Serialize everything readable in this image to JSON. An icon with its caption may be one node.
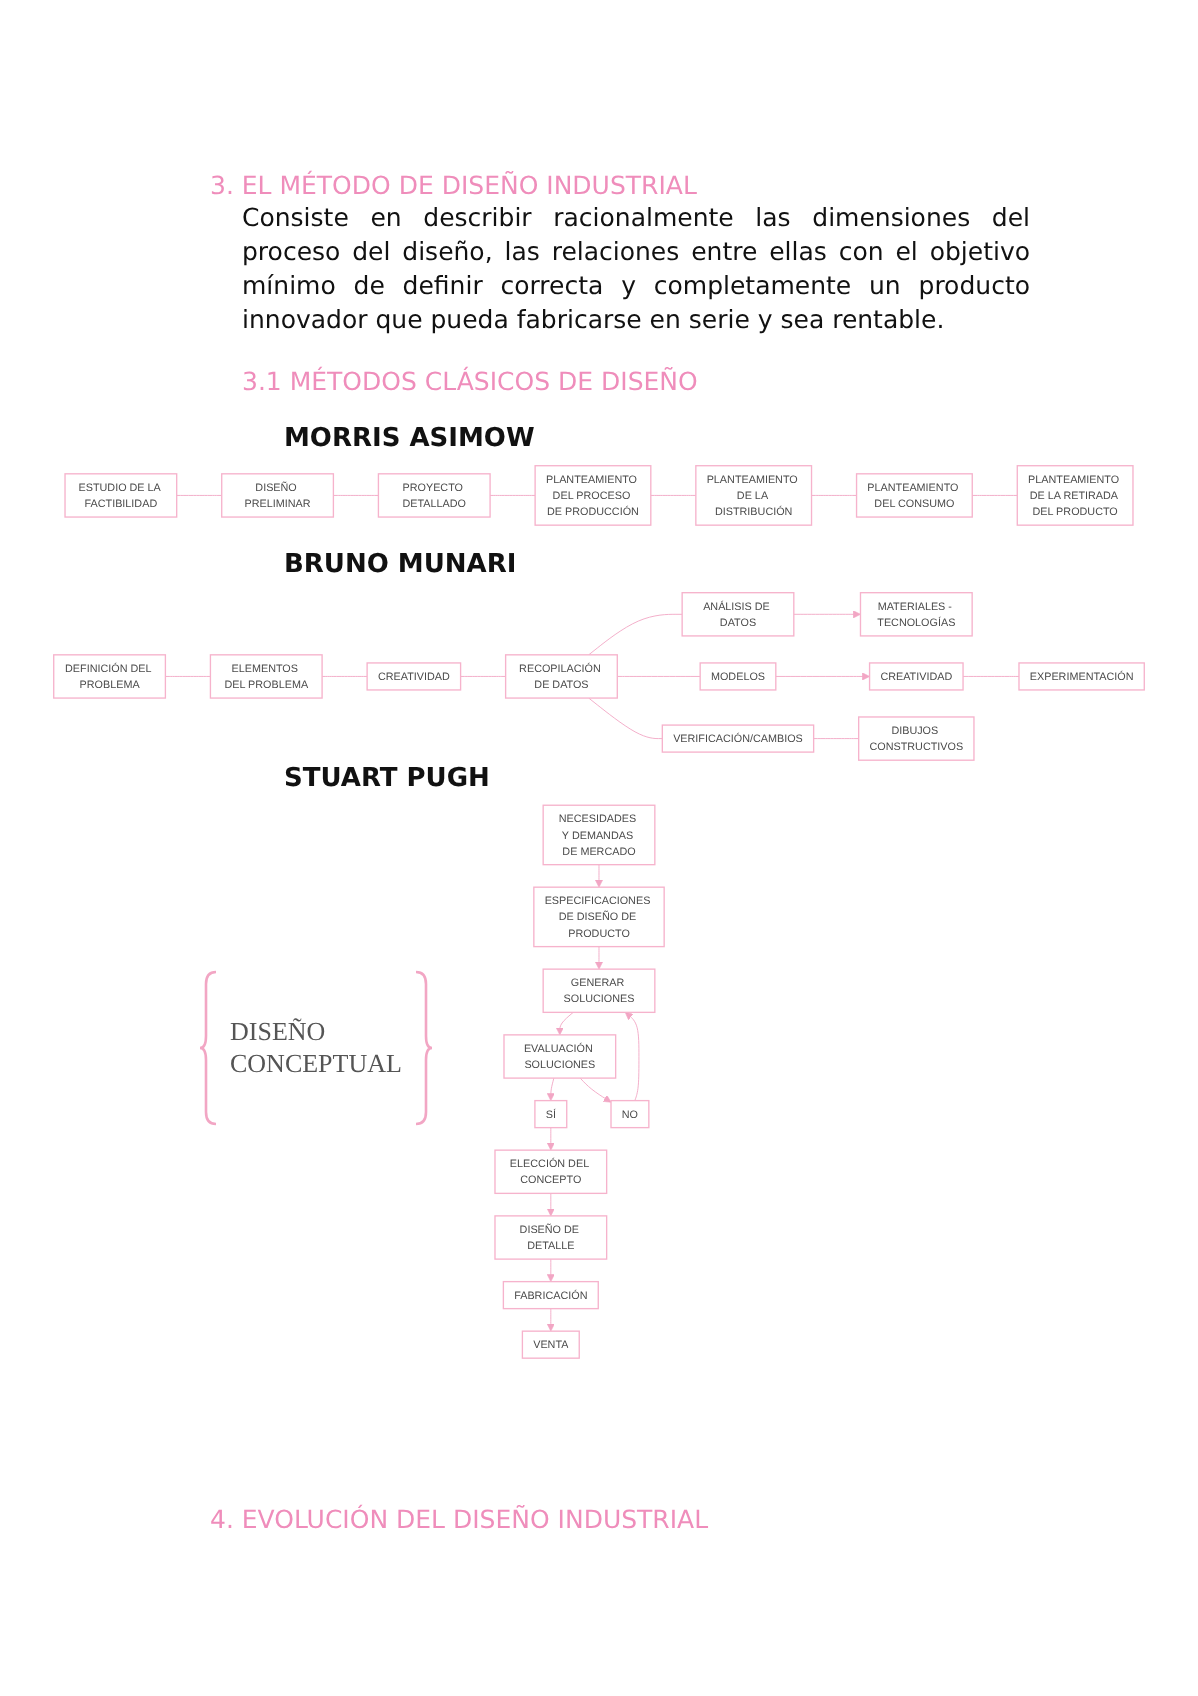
{
  "diagram": {
    "title": "3. EL MÉTODO DE DISEÑO INDUSTRIAL",
    "nodes": [
      {
        "text": [
          "ESTUDIO DE LA FACTIBILIDAD"
        ]
      },
      {
        "text": [
          "DISEÑO PRELIMINAR"
        ]
      },
      {
        "text": [
          "PROYECTO DETALLADO"
        ]
      },
      {
        "text": [
          "PLANTEAMIENTO DEL PROCESO DE PRODUCCIÓN"
        ]
      },
      {
        "text": [
          "PLANTEAMIENTO DE LA DISTRIBUCIÓN"
        ]
      },
      {
        "text": [
          "PLANTEAMIENTO DEL CONSUMO"
        ]
      },
      {
        "text": [
          "PLANTEAMIENTO DE LA RETIRADA DEL PRODUCTO"
        ]
      },
      {
        "text": [
          "DEFINICIÓN DEL PROBLEMA"
        ]
      },
      {
        "text": [
          "ELEMENTOS DEL PROBLEMA"
        ]
      },
      {
        "text": [
          "CREATIVIDAD"
        ]
      },
      {
        "text": [
          "RECOPILACIÓN DE DATOS"
        ]
      },
      {
        "text": [
          "ANÁLISIS DE DATOS"
        ]
      },
      {
        "text": [
          "MATERIALES - TECNOLOGÍAS"
        ]
      },
      {
        "text": [
          "MODELOS"
        ]
      },
      {
        "text": [
          "CREATIVIDAD"
        ]
      },
      {
        "text": [
          "EXPERIMENTACIÓN"
        ]
      },
      {
        "text": [
          "VERIFICACIÓN/CAMBIOS"
        ]
      },
      {
        "text": [
          "DIBUJOS CONSTRUCTIVOS"
        ]
      },
      {
        "text": [
          "NECESIDADES Y DEMANDAS DE MERCADO"
        ]
      },
      {
        "text": [
          "ESPECIFICACIONES DE DISEÑO DE PRODUCTO"
        ]
      },
      {
        "text": [
          "GENERAR SOLUCIONES"
        ]
      },
      {
        "text": [
          "EVALUACIÓN SOLUCIONES"
        ]
      },
      {
        "text": [
          "SÍ"
        ]
      },
      {
        "text": [
          "NO"
        ]
      },
      {
        "text": [
          "DISEÑO DE DETALLE"
        ]
      },
      {
        "text": [
          "ELECCIÓN DEL CONCEPTO"
        ]
      },
      {
        "text": [
          "FABRICACIÓN"
        ]
      },
      {
        "text": [
          "VENTA"
        ]
      }
    ],
    "edges": [
      {
        "from": 0,
        "to": 1,
        "arrow": "none"
      },
      {
        "from": 1,
        "to": 2,
        "arrow": "none"
      },
      {
        "from": 2,
        "to": 3,
        "arrow": "none"
      },
      {
        "from": 3,
        "to": 4,
        "arrow": "none"
      },
      {
        "from": 4,
        "to": 5,
        "arrow": "none"
      },
      {
        "from": 5,
        "to": 6,
        "arrow": "none"
      },
      {
        "from": 7,
        "to": 8,
        "arrow": "none"
      },
      {
        "from": 8,
        "to": 9,
        "arrow": "none"
      },
      {
        "from": 9,
        "to": 10,
        "arrow": "none"
      },
      {
        "from": 10,
        "to": 11,
        "arrow": "none"
      },
      {
        "from": 10,
        "to": 13,
        "arrow": "none"
      },
      {
        "from": 10,
        "to": 16,
        "arrow": "none"
      },
      {
        "from": 11,
        "to": 12,
        "arrow": "to"
      },
      {
        "from": 13,
        "to": 14,
        "arrow": "to"
      },
      {
        "from": 14,
        "to": 15,
        "arrow": "none"
      },
      {
        "from": 16,
        "to": 17,
        "arrow": "none"
      },
      {
        "from": 18,
        "to": 19,
        "arrow": "to"
      },
      {
        "from": 19,
        "to": 20,
        "arrow": "to"
      },
      {
        "from": 20,
        "to": 21,
        "arrow": "to"
      },
      {
        "from": 21,
        "to": 22,
        "arrow": "to"
      },
      {
        "from": 21,
        "to": 23,
        "arrow": "to"
      },
      {
        "from": 23,
        "to": 20,
        "arrow": "to"
      },
      {
        "from": 22,
        "to": 25,
        "arrow": "to"
      },
      {
        "from": 25,
        "to": 24,
        "arrow": "to"
      },
      {
        "from": 24,
        "to": 26,
        "arrow": "to"
      },
      {
        "from": 26,
        "to": 27,
        "arrow": "to"
      }
    ],
    "labels": [
      "Consiste en describir racionalmente las dimensiones del proceso del diseño, las relaciones entre ellas con el objetivo mínimo de definir correcta y completamente un producto innovador que pueda fabricarse en serie y sea rentable.",
      "3.1 MÉTODOS CLÁSICOS DE DISEÑO",
      "MORRIS ASIMOW",
      "BRUNO MUNARI",
      "STUART PUGH",
      "DISEÑO CONCEPTUAL",
      "4. EVOLUCIÓN DEL DISEÑO INDUSTRIAL"
    ]
  }
}
